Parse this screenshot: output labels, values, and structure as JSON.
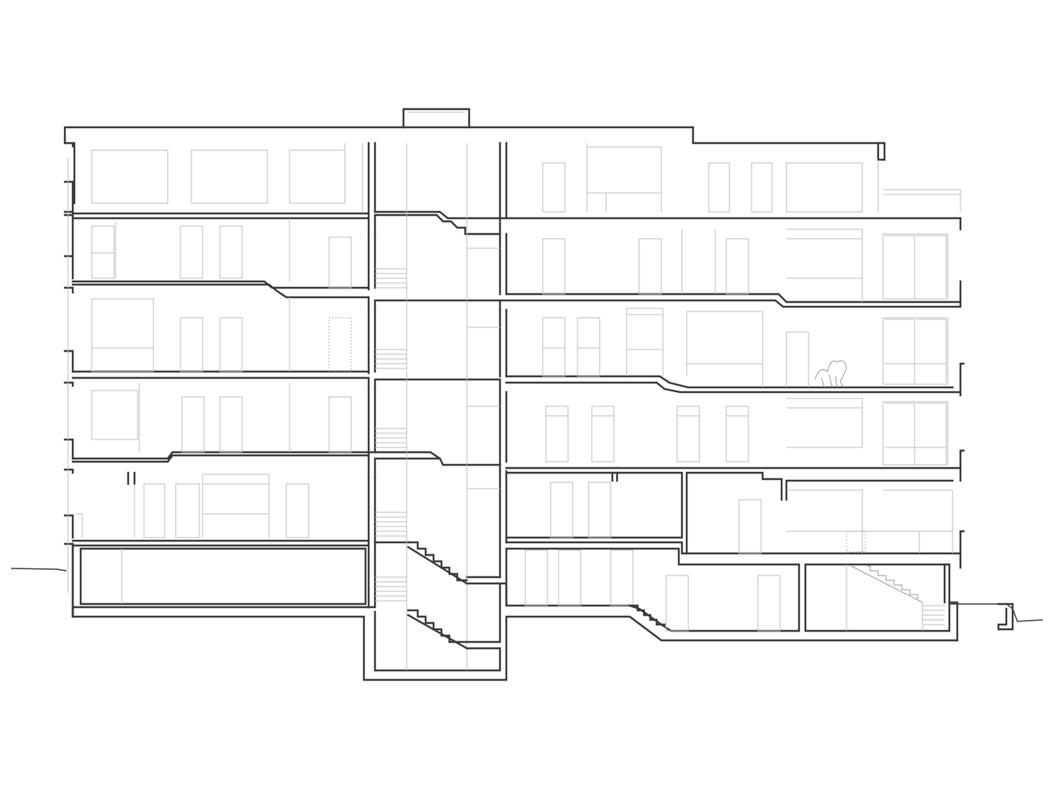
{
  "drawing": {
    "kind": "building-section",
    "floors_above_ground": 5,
    "basement_levels": 2,
    "has_central_stair_core": true,
    "colors": {
      "cut_line": "#3a3a3a",
      "elevation_line": "#bcbcbc",
      "background": "#ffffff"
    }
  }
}
